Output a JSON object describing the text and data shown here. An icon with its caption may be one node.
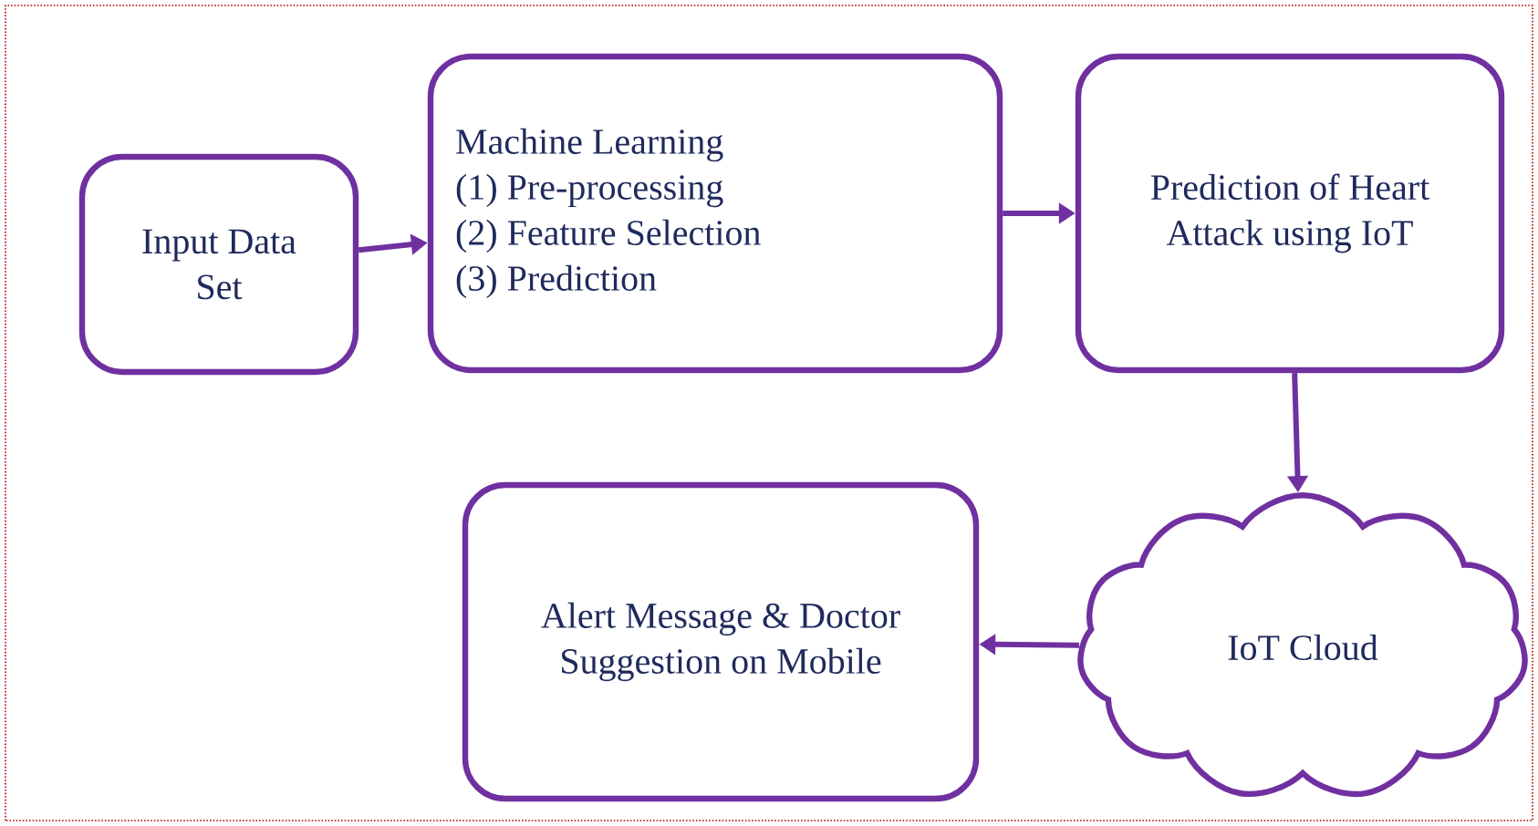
{
  "diagram": {
    "nodes": [
      {
        "text": [
          "Input Data Set"
        ]
      },
      {
        "text": [
          "Machine Learning",
          "(1) Pre-processing",
          "(2) Feature Selection",
          "(3) Prediction"
        ]
      },
      {
        "text": [
          "Prediction of Heart Attack using IoT"
        ]
      },
      {
        "text": [
          "IoT Cloud"
        ]
      },
      {
        "text": [
          "Alert Message & Doctor Suggestion on Mobile"
        ]
      }
    ],
    "edges": [
      {
        "from": 0,
        "to": 1,
        "arrow": "to"
      },
      {
        "from": 1,
        "to": 2,
        "arrow": "to"
      },
      {
        "from": 2,
        "to": 3,
        "arrow": "to"
      },
      {
        "from": 3,
        "to": 4,
        "arrow": "to"
      }
    ]
  }
}
